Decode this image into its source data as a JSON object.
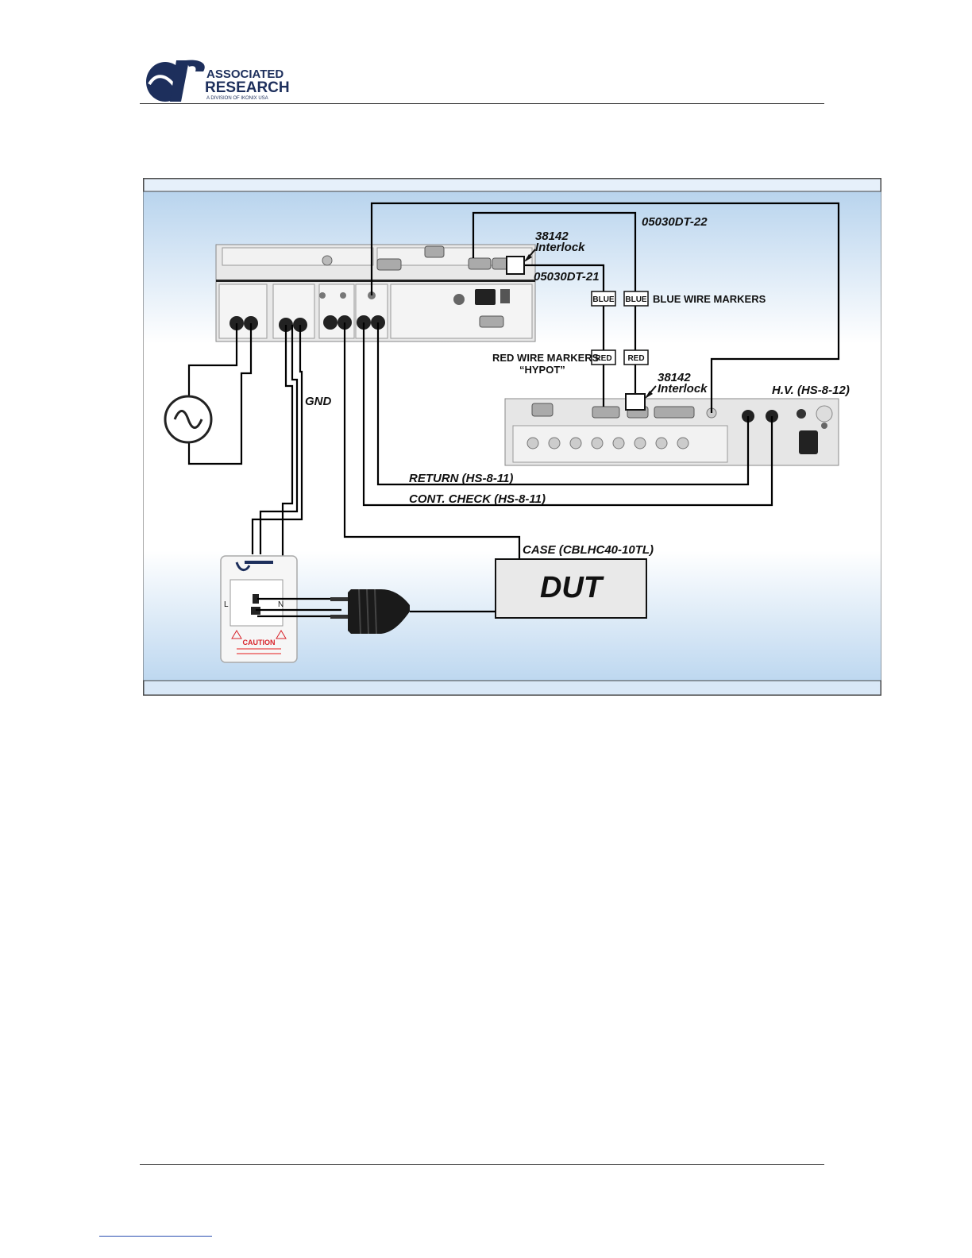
{
  "header": {
    "brand_line1": "ASSOCIATED",
    "brand_line2": "RESEARCH",
    "brand_sub": "A DIVISION OF IKONIX USA"
  },
  "colors": {
    "panel_gradient_top": "#b5d2ec",
    "panel_gradient_mid": "#ffffff",
    "band": "#bcd6ee",
    "logo_navy": "#1d2f5c",
    "caution_red": "#d8222a"
  },
  "icons": {
    "ac_source": "sine-wave-icon",
    "plug": "power-plug-icon",
    "outlet": "outlet-box-icon"
  },
  "diagram": {
    "labels": {
      "interlock_top_num": "38142",
      "interlock_top_word": "Interlock",
      "cable_22": "05030DT-22",
      "cable_21": "05030DT-21",
      "blue_wire_markers": "BLUE WIRE MARKERS",
      "red_wire_markers": "RED WIRE MARKERS",
      "hypot": "“HYPOT”",
      "interlock_mid_num": "38142",
      "interlock_mid_word": "Interlock",
      "hv": "H.V. (HS-8-12)",
      "gnd": "GND",
      "return": "RETURN (HS-8-11)",
      "cont_check": "CONT. CHECK (HS-8-11)",
      "case": "CASE (CBLHC40-10TL)",
      "dut": "DUT"
    },
    "tags": {
      "blue_left": "BLUE",
      "blue_right": "BLUE",
      "red_left": "RED",
      "red_right": "RED"
    },
    "outlet_box": {
      "label_l": "L",
      "label_n": "N",
      "caution": "CAUTION"
    }
  }
}
